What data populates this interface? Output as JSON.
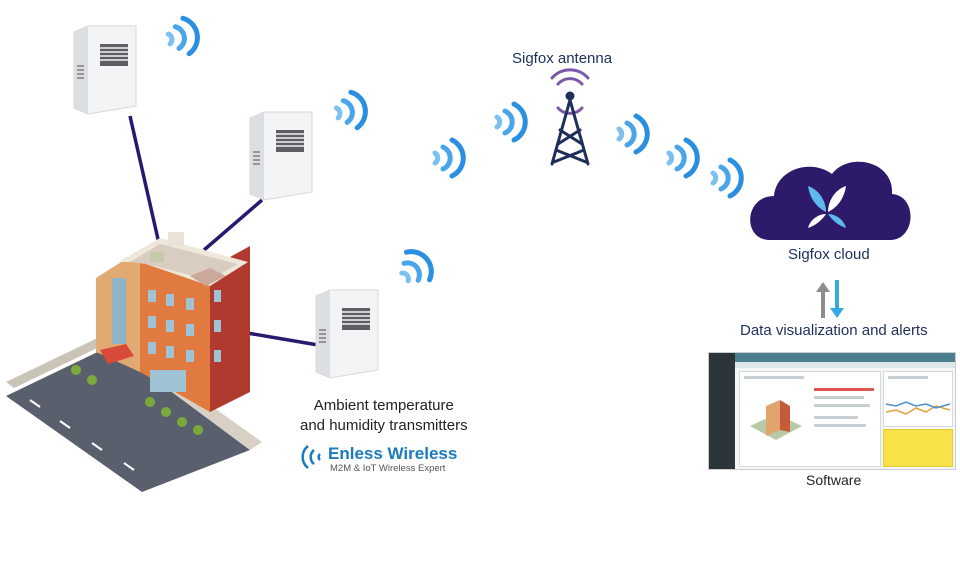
{
  "labels": {
    "sigfox_antenna": "Sigfox antenna",
    "sigfox_cloud": "Sigfox cloud",
    "data_visualization": "Data visualization and alerts",
    "transmitters_line1": "Ambient temperature",
    "transmitters_line2": "and humidity transmitters",
    "software": "Software"
  },
  "logo": {
    "name": "Enless Wireless",
    "tagline": "M2M & IoT Wireless Expert"
  },
  "colors": {
    "wave": "#2a8fe0",
    "link_line": "#2a1a6e",
    "cloud": "#2d1a6b",
    "antenna": "#1f2f5c",
    "brand_blue": "#1a7bbd",
    "arrow_up": "#8c8c8c",
    "arrow_down": "#35a9e0"
  },
  "icons": {
    "tower": "sigfox-antenna-icon",
    "cloud": "sigfox-cloud-icon",
    "building": "building-icon",
    "transmitter": "transmitter-device-icon",
    "signal": "radio-wave-icon"
  }
}
